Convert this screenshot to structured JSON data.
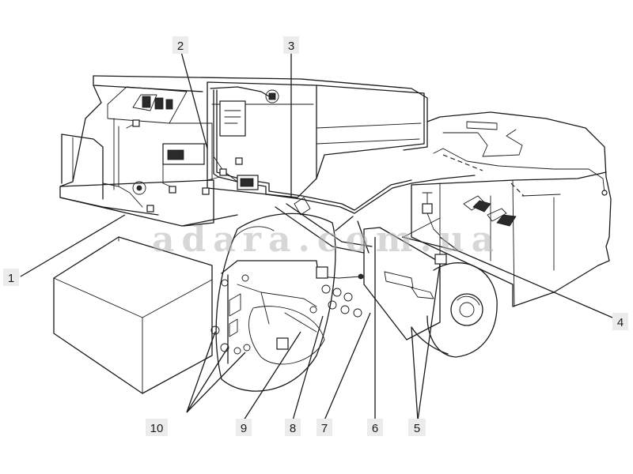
{
  "watermark": "adara.com.ua",
  "callouts": {
    "c1": "1",
    "c2": "2",
    "c3": "3",
    "c4": "4",
    "c5": "5",
    "c6": "6",
    "c7": "7",
    "c8": "8",
    "c9": "9",
    "c10": "10"
  }
}
